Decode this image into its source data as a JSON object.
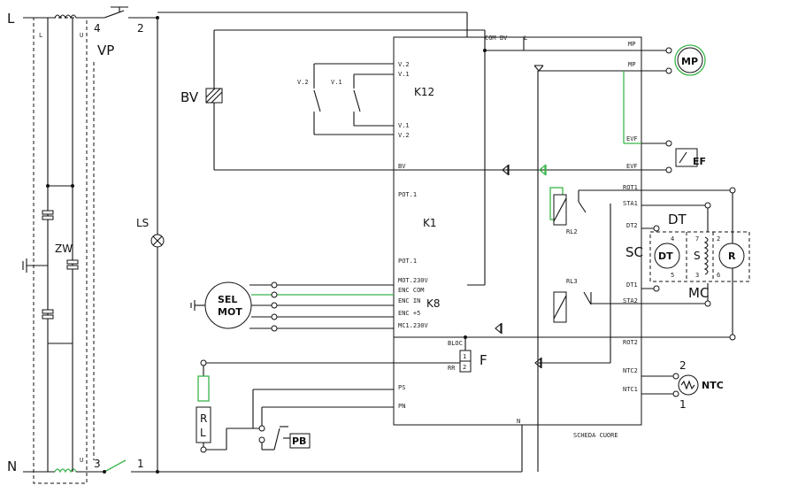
{
  "rails": {
    "line": "L",
    "neutral": "N"
  },
  "input_filter": {
    "top_left": "L",
    "top_right": "U",
    "bottom_right": "U",
    "label": "ZW"
  },
  "main_switch": {
    "label": "VP",
    "top_in": "4",
    "top_out": "2",
    "bottom_in": "3",
    "bottom_out": "1"
  },
  "lamp": {
    "label": "LS"
  },
  "valve": {
    "label": "BV"
  },
  "k12": {
    "label": "K12",
    "pins_top": [
      "V.2",
      "V.1"
    ],
    "pins_bottom": [
      "V.1",
      "V.2"
    ],
    "switch_labels": [
      "V.2",
      "V.1"
    ]
  },
  "board": {
    "label": "SCHEDA CUORE",
    "com_bv": "COM BV",
    "l_pin": "L",
    "k1": "K1",
    "k8": "K8",
    "pot_top": "POT.1",
    "pot_bottom": "POT.1",
    "bv_pin": "BV",
    "enc_pins": [
      "MOT.230V",
      "ENC COM",
      "ENC IN",
      "ENC +5",
      "MC1.230V"
    ],
    "bloc": "BLOC",
    "rr": "RR",
    "ps": "PS",
    "pn": "PN",
    "n_pin": "N",
    "right_pins": [
      "MP",
      "MP",
      "EVF",
      "EVF",
      "ROT1",
      "STA1",
      "DT2",
      "DT1",
      "STA2",
      "ROT2",
      "NTC2",
      "NTC1"
    ]
  },
  "fuse": {
    "label": "F",
    "top": "1",
    "bottom": "2"
  },
  "sel_mot": {
    "line1": "SEL",
    "line2": "MOT"
  },
  "rl": {
    "top": "R",
    "bottom": "L"
  },
  "pb": {
    "label": "PB"
  },
  "mp": {
    "label": "MP"
  },
  "ef": {
    "label": "EF"
  },
  "relays": {
    "rl2": "RL2",
    "rl3": "RL3"
  },
  "motor": {
    "dt": "DT",
    "dt_inner": "DT",
    "sc": "SC",
    "s": "S",
    "r": "R",
    "mc": "MC",
    "pins": {
      "p4": "4",
      "p5": "5",
      "p7": "7",
      "p2": "2",
      "p3": "3",
      "p6": "6"
    }
  },
  "ntc": {
    "label": "NTC",
    "top": "2",
    "bottom": "1"
  },
  "accent_color": "#39b54a"
}
